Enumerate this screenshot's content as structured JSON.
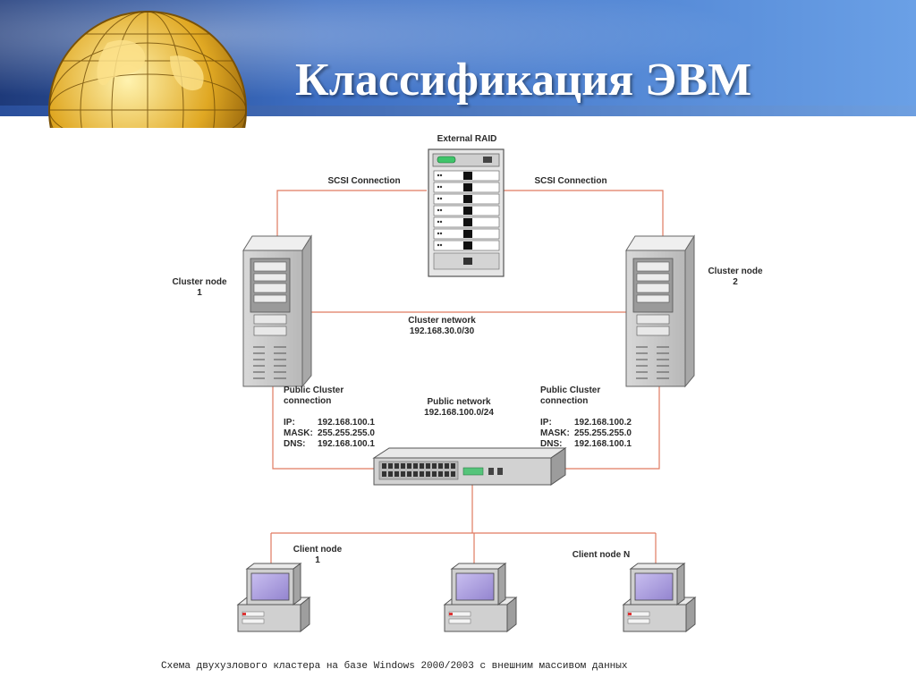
{
  "slide": {
    "title": "Классификация ЭВМ"
  },
  "diagram": {
    "raid_label": "External RAID",
    "scsi_left": "SCSI Connection",
    "scsi_right": "SCSI Connection",
    "cluster_node_1": [
      "Cluster node",
      "1"
    ],
    "cluster_node_2": [
      "Cluster node",
      "2"
    ],
    "cluster_network": [
      "Cluster network",
      "192.168.30.0/30"
    ],
    "public_network": [
      "Public network",
      "192.168.100.0/24"
    ],
    "left_connection": {
      "heading": [
        "Public Cluster",
        "connection"
      ],
      "rows": [
        {
          "key": "IP:",
          "value": "192.168.100.1"
        },
        {
          "key": "MASK:",
          "value": "255.255.255.0"
        },
        {
          "key": "DNS:",
          "value": "192.168.100.1"
        }
      ]
    },
    "right_connection": {
      "heading": [
        "Public Cluster",
        "connection"
      ],
      "rows": [
        {
          "key": "IP:",
          "value": "192.168.100.2"
        },
        {
          "key": "MASK:",
          "value": "255.255.255.0"
        },
        {
          "key": "DNS:",
          "value": "192.168.100.1"
        }
      ]
    },
    "client_node_1": [
      "Client node",
      "1"
    ],
    "client_node_n": "Client node N",
    "caption": "Схема двухузлового кластера на базе Windows 2000/2003 с внешним массивом данных",
    "colors": {
      "wire": "#e07a60",
      "header_dark": "#1e3a7a",
      "header_light": "#6aa0e6",
      "screen": "#a89ad8"
    }
  }
}
